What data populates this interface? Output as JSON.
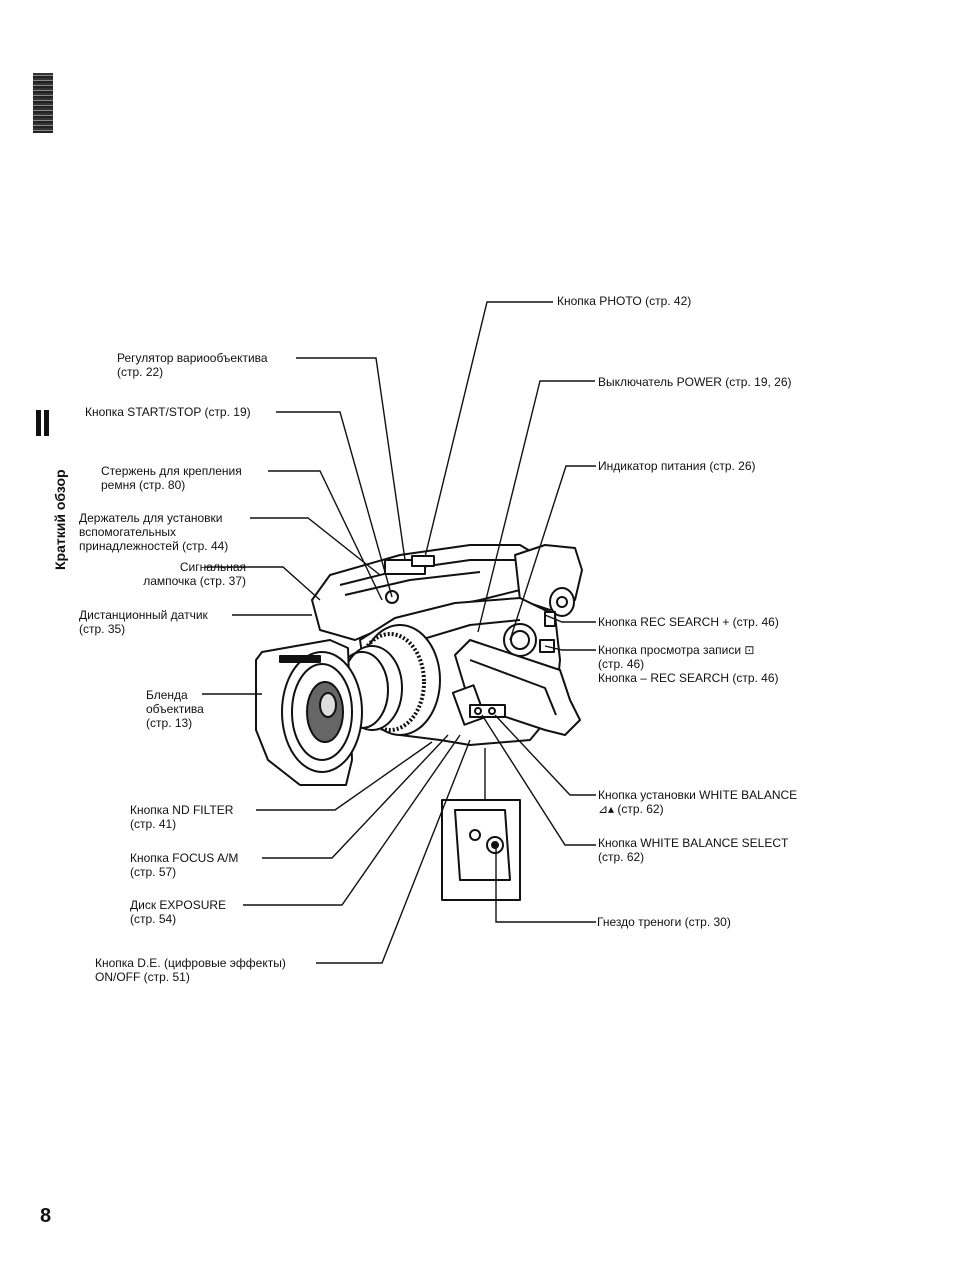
{
  "sidebar": {
    "section_title": "Краткий обзор"
  },
  "page_number": "8",
  "labels": {
    "photo": "Кнопка PHOTO (стр. 42)",
    "zoom": "Регулятор вариообъектива\n(стр. 22)",
    "power": "Выключатель POWER (стр. 19, 26)",
    "start_stop": "Кнопка START/STOP (стр. 19)",
    "power_lamp": "Индикатор питания (стр. 26)",
    "strap": "Стержень для крепления\nремня (стр. 80)",
    "accessory": "Держатель для установки\nвспомогательных\nпринадлежностей (стр. 44)",
    "tally": "Сигнальная\nлампочка (стр. 37)",
    "remote": "Дистанционный датчик\n(стр. 35)",
    "rec_search_plus": "Кнопка REC SEARCH + (стр. 46)",
    "rec_review": "Кнопка просмотра записи ⊡\n(стр. 46)\nКнопка – REC SEARCH (стр. 46)",
    "hood": "Бленда\nобъектива\n(стр. 13)",
    "wb_set": "Кнопка установки WHITE BALANCE\n⊿▴ (стр. 62)",
    "nd_filter": "Кнопка ND FILTER\n(стр. 41)",
    "wb_select": "Кнопка WHITE BALANCE SELECT\n(стр. 62)",
    "focus": "Кнопка FOCUS A/M\n(стр. 57)",
    "exposure": "Диск EXPOSURE\n(стр. 54)",
    "tripod": "Гнездо треноги (стр. 30)",
    "de": "Кнопка D.E. (цифровые эффекты)\nON/OFF (стр. 51)"
  }
}
